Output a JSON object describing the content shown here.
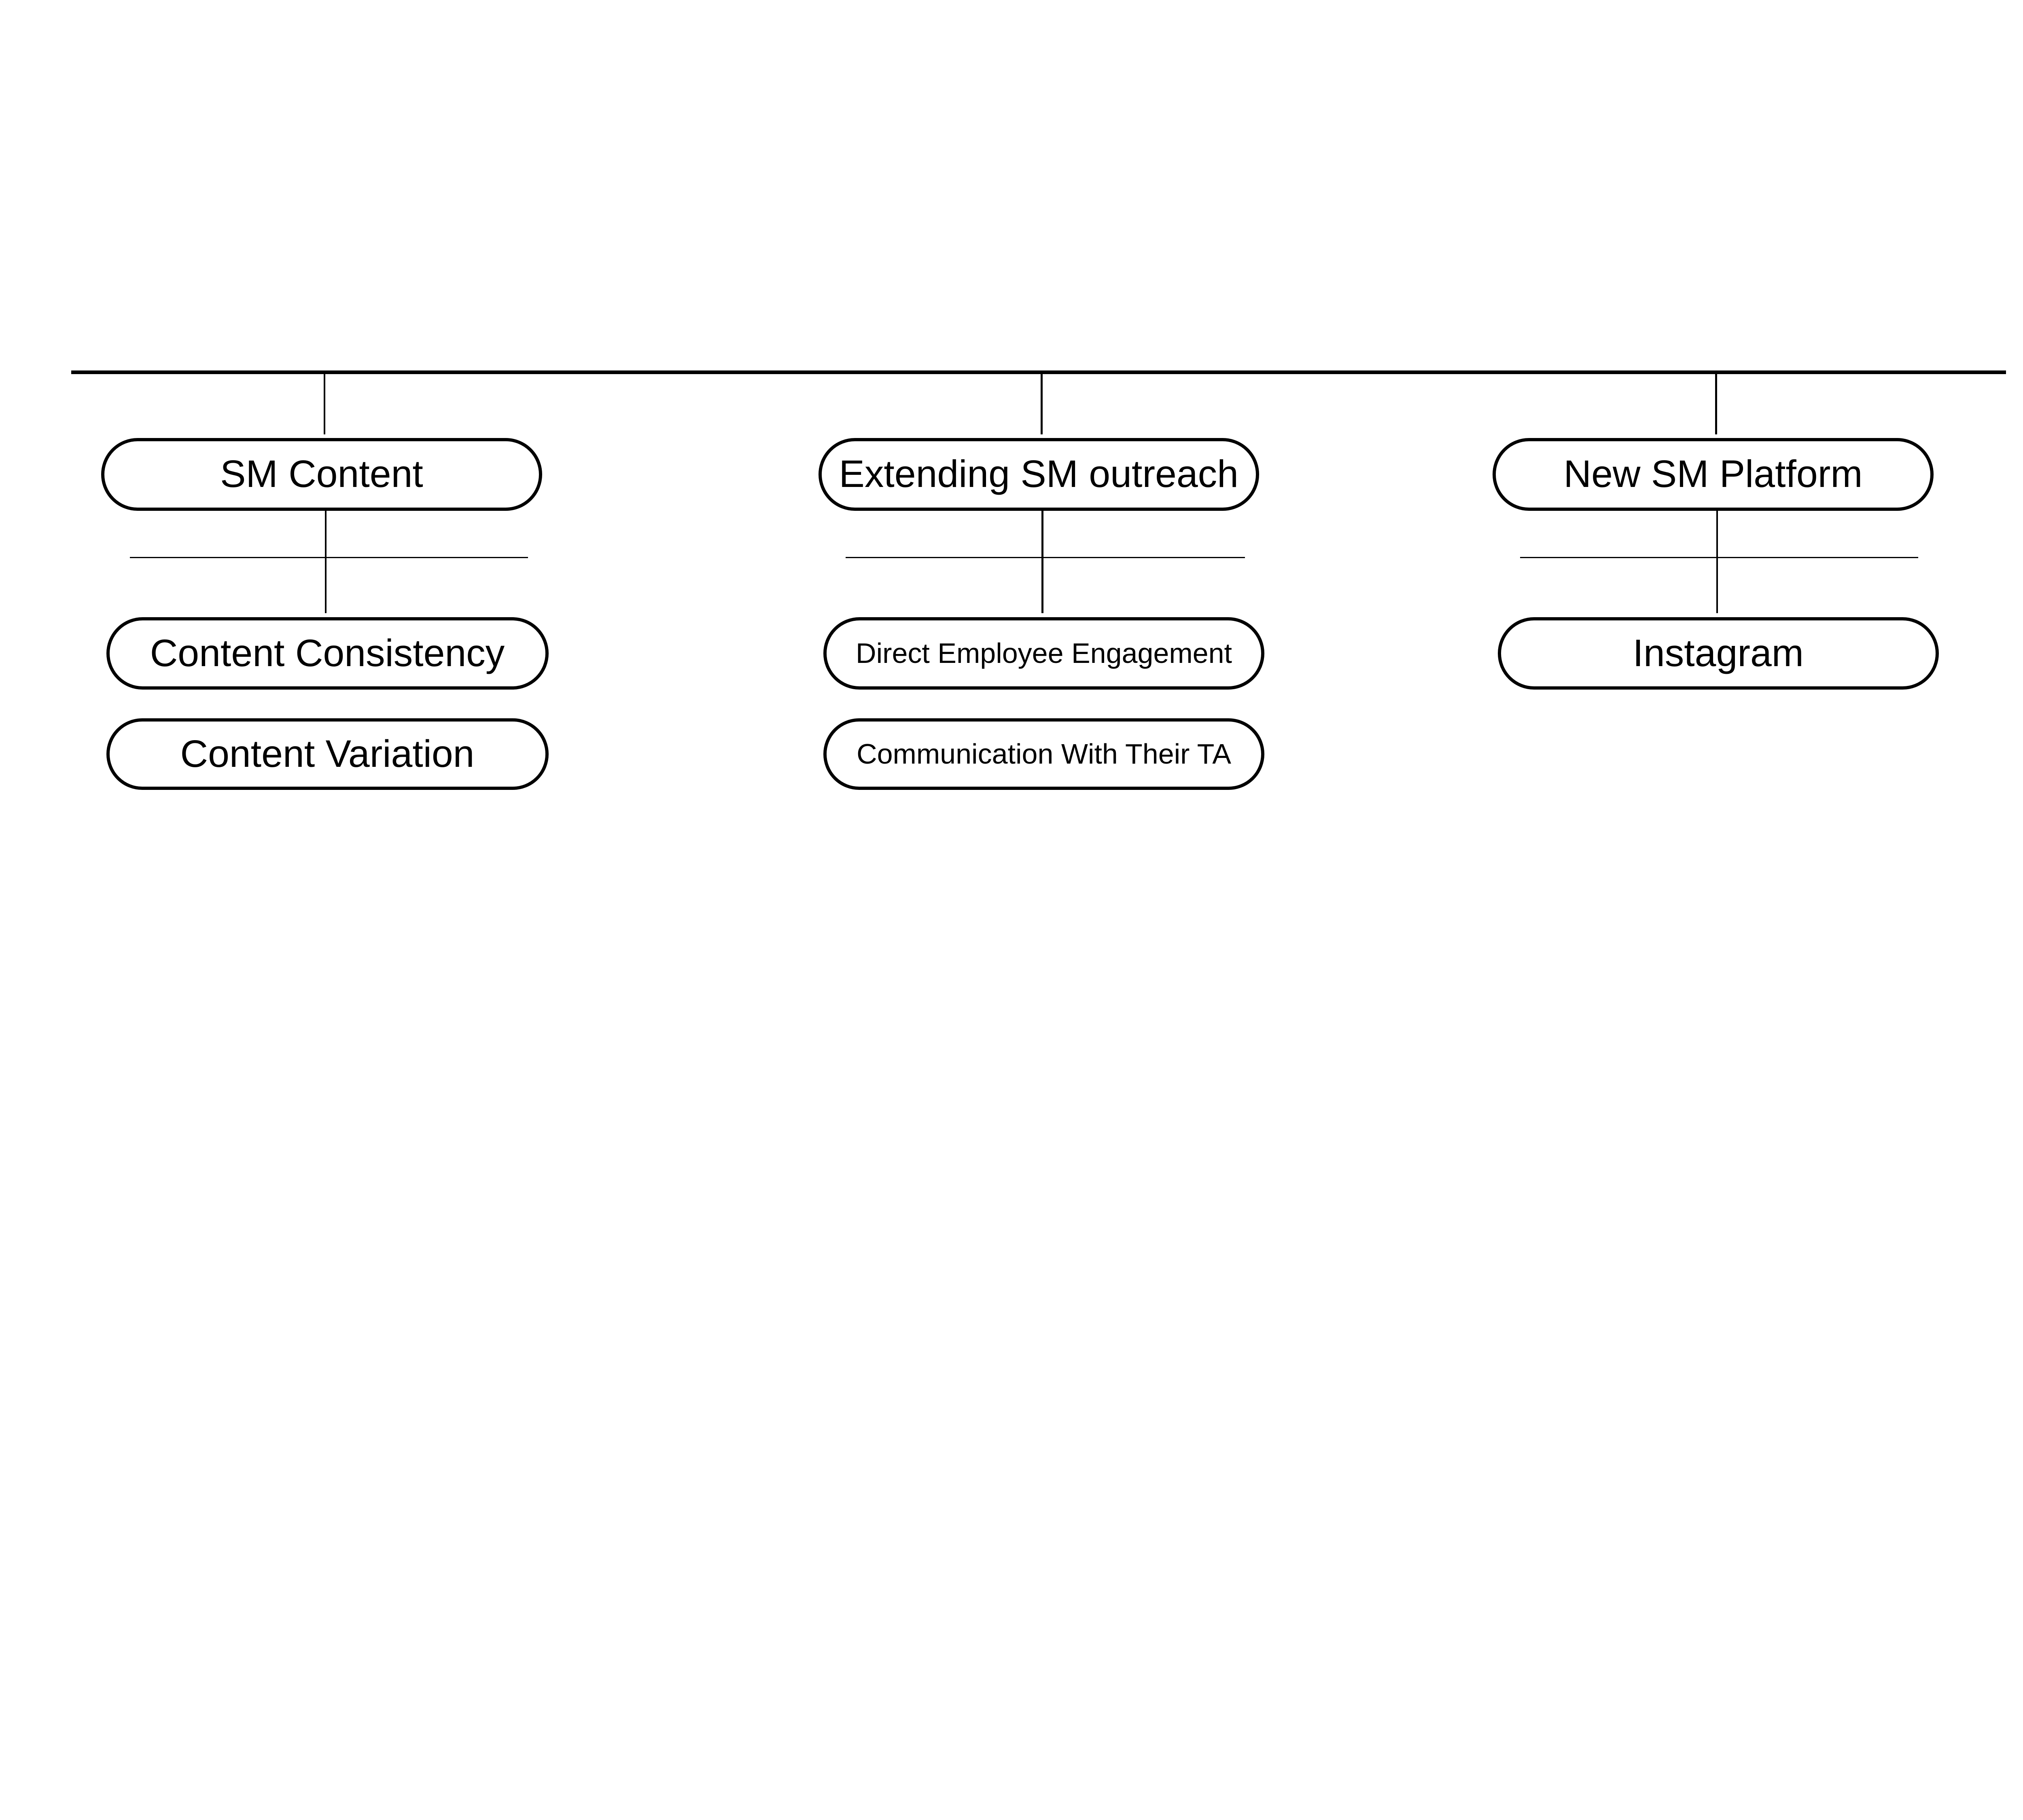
{
  "diagram": {
    "columns": [
      {
        "title": "SM Content",
        "items": [
          "Content Consistency",
          "Content Variation"
        ]
      },
      {
        "title": "Extending SM outreach",
        "items": [
          "Direct Employee Engagement",
          "Communication With Their TA"
        ]
      },
      {
        "title": "New SM Platform",
        "items": [
          "Instagram"
        ]
      }
    ]
  }
}
